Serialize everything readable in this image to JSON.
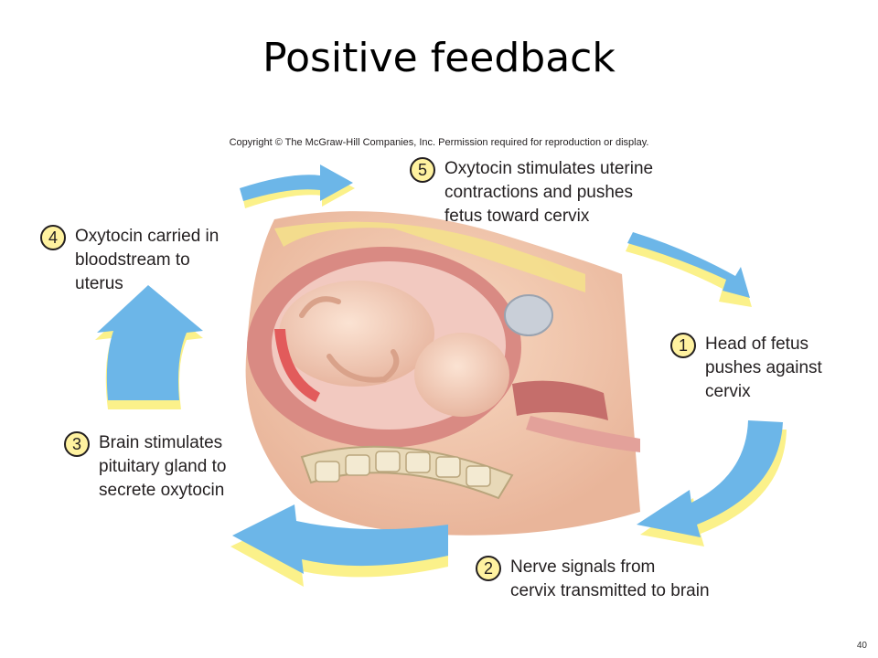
{
  "slide": {
    "title": "Positive feedback",
    "copyright": "Copyright © The McGraw-Hill Companies, Inc. Permission required for reproduction or display.",
    "page_number": "40"
  },
  "steps": [
    {
      "number": "1",
      "text": "Head of fetus\npushes against\ncervix"
    },
    {
      "number": "2",
      "text": "Nerve signals from\ncervix transmitted to brain"
    },
    {
      "number": "3",
      "text": "Brain stimulates\npituitary gland to\nsecrete oxytocin"
    },
    {
      "number": "4",
      "text": "Oxytocin carried in\nbloodstream to\nuterus"
    },
    {
      "number": "5",
      "text": "Oxytocin stimulates uterine\ncontractions and pushes\nfetus toward cervix"
    }
  ],
  "colors": {
    "arrow_top": "#6cb6e8",
    "arrow_side": "#fbf18a",
    "number_fill": "#fff2a0"
  }
}
